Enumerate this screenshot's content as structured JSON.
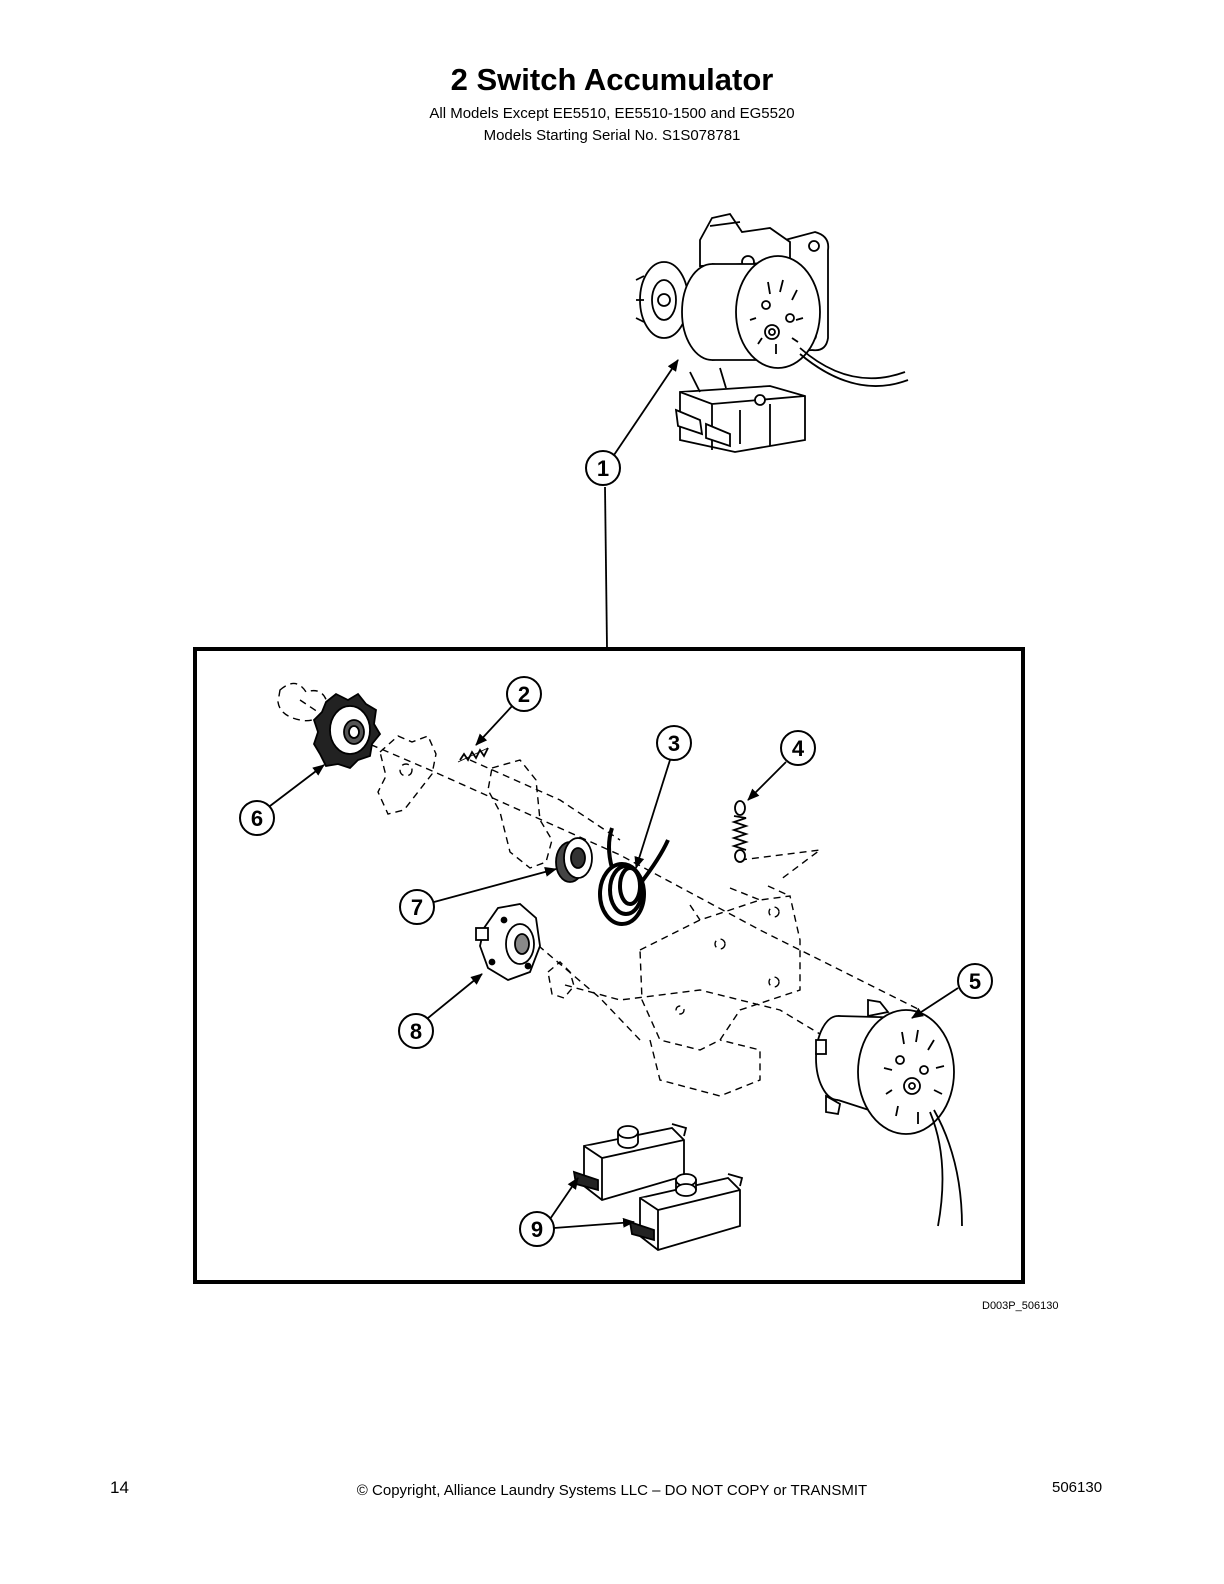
{
  "header": {
    "title": "2 Switch Accumulator",
    "subtitle_1": "All Models Except EE5510, EE5510-1500 and EG5520",
    "subtitle_2": "Models Starting Serial No. S1S078781"
  },
  "callouts": [
    "1",
    "2",
    "3",
    "4",
    "5",
    "6",
    "7",
    "8",
    "9"
  ],
  "figure_code": "D003P_506130",
  "footer": {
    "page_number": "14",
    "copyright": "© Copyright, Alliance Laundry Systems LLC – DO NOT COPY or TRANSMIT",
    "doc_number": "506130"
  }
}
